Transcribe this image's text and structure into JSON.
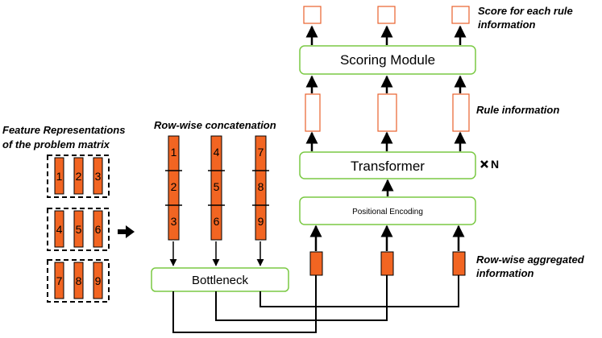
{
  "colors": {
    "module_border": "#7ac943",
    "cell_fill": "#f26522",
    "outline_orange": "#e8612c",
    "line": "#000000"
  },
  "labels": {
    "feature_line1": "Feature Representations",
    "feature_line2": "of the problem matrix",
    "row_concat": "Row-wise concatenation",
    "score_line1": "Score for each rule",
    "score_line2": "information",
    "rule_info": "Rule information",
    "aggregated_line1": "Row-wise aggregated",
    "aggregated_line2": "information",
    "times_n": "N"
  },
  "modules": {
    "scoring": "Scoring Module",
    "transformer": "Transformer",
    "positional": "Positional Encoding",
    "bottleneck": "Bottleneck"
  },
  "matrix_rows": [
    [
      "1",
      "2",
      "3"
    ],
    [
      "4",
      "5",
      "6"
    ],
    [
      "7",
      "8",
      "9"
    ]
  ],
  "concat_columns": [
    [
      "1",
      "2",
      "3"
    ],
    [
      "4",
      "5",
      "6"
    ],
    [
      "7",
      "8",
      "9"
    ]
  ],
  "icons": [
    "arrow-right-icon",
    "multiply-icon"
  ]
}
